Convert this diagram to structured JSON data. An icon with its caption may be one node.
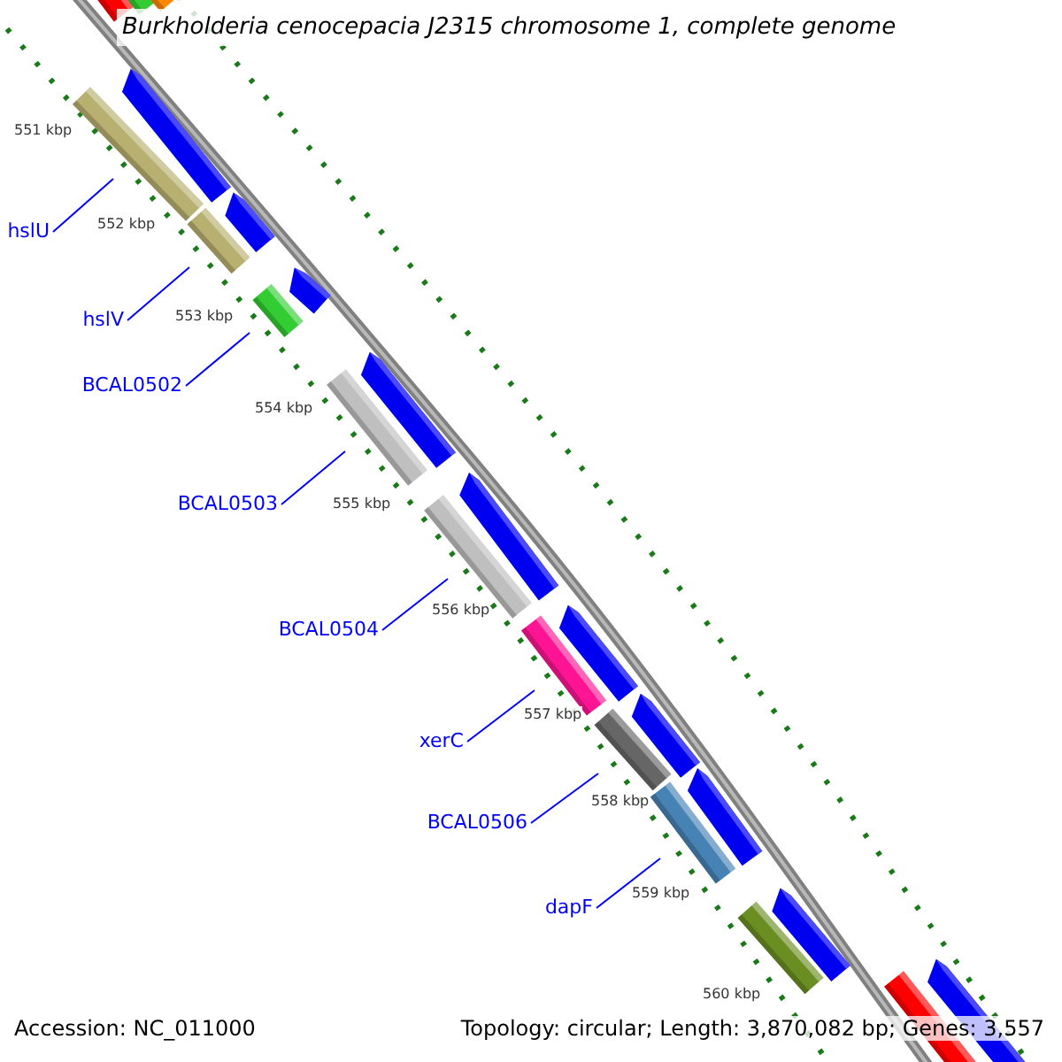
{
  "diagram": {
    "title": "Burkholderia cenocepacia J2315 chromosome 1, complete genome",
    "nodes": [
      {
        "text": [
          "hslU"
        ]
      },
      {
        "text": [
          "hslV"
        ]
      },
      {
        "text": [
          "BCAL0502"
        ]
      },
      {
        "text": [
          "BCAL0503"
        ]
      },
      {
        "text": [
          "BCAL0504"
        ]
      },
      {
        "text": [
          "xerC"
        ]
      },
      {
        "text": [
          "BCAL0506"
        ]
      },
      {
        "text": [
          "dapF"
        ]
      }
    ],
    "edges": [
      {
        "from": 0,
        "to": null,
        "arrow": "none"
      },
      {
        "from": 1,
        "to": null,
        "arrow": "none"
      },
      {
        "from": 2,
        "to": null,
        "arrow": "none"
      },
      {
        "from": 3,
        "to": null,
        "arrow": "none"
      },
      {
        "from": 4,
        "to": null,
        "arrow": "none"
      },
      {
        "from": 5,
        "to": null,
        "arrow": "none"
      },
      {
        "from": 6,
        "to": null,
        "arrow": "none"
      },
      {
        "from": 7,
        "to": null,
        "arrow": "none"
      }
    ],
    "labels": [
      "551 kbp",
      "552 kbp",
      "553 kbp",
      "554 kbp",
      "555 kbp",
      "556 kbp",
      "557 kbp",
      "558 kbp",
      "559 kbp",
      "560 kbp",
      "Accession: NC_011000",
      "Topology: circular; Length: 3,870,082 bp; Genes: 3,557"
    ]
  }
}
